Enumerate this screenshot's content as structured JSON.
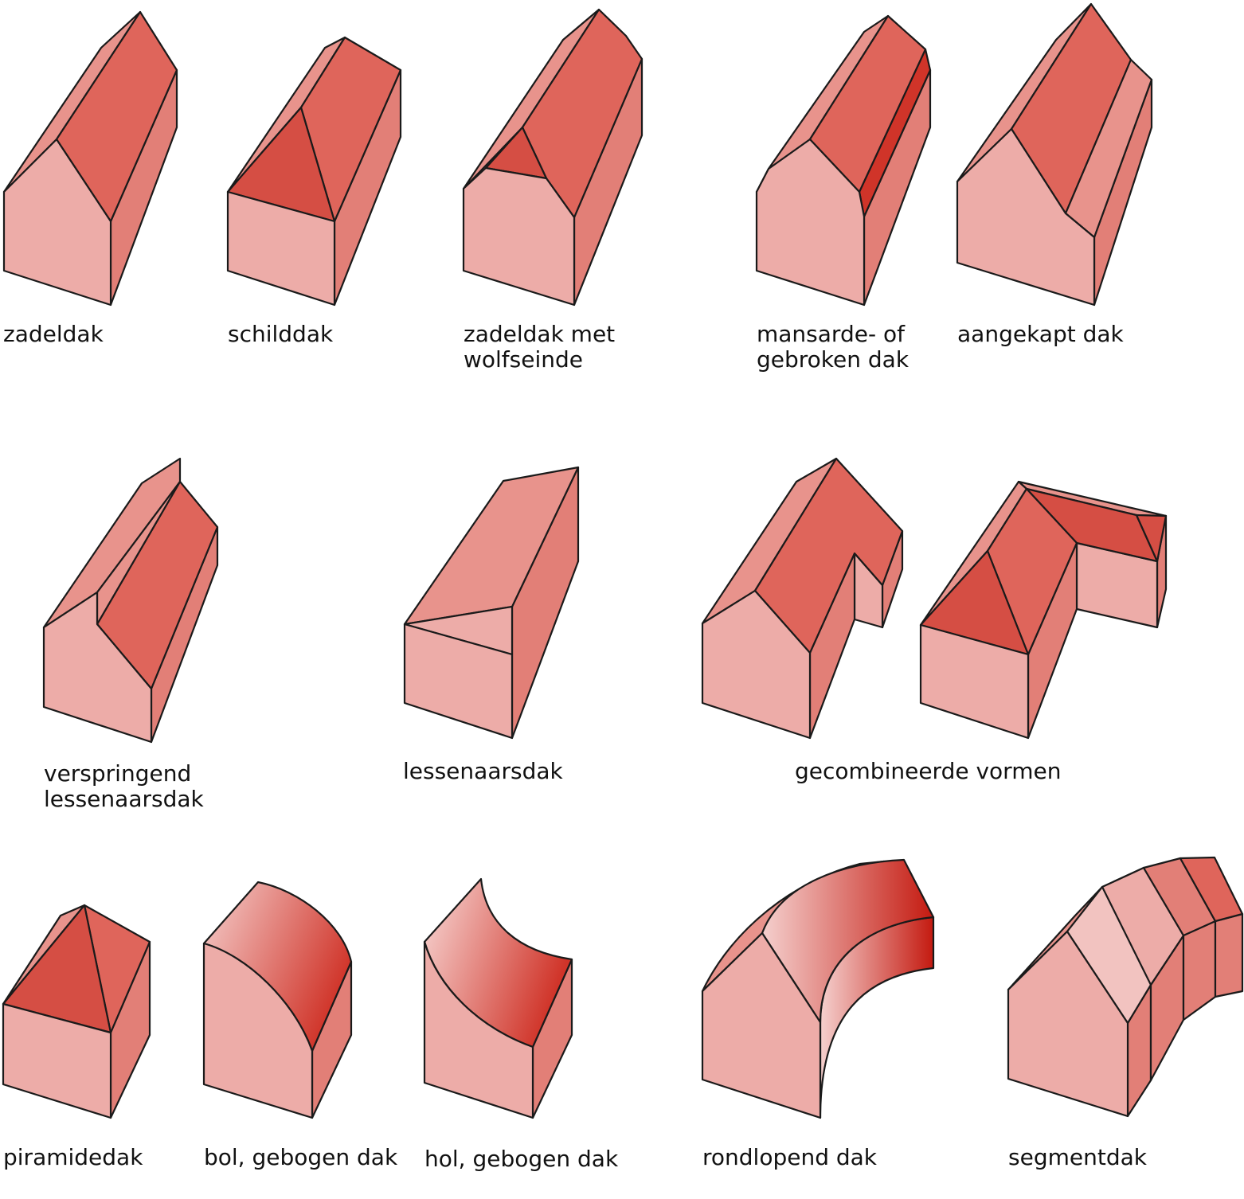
{
  "colors": {
    "wall_front": "#EDACA8",
    "wall_side": "#E27F77",
    "roof_main": "#DF655B",
    "roof_light": "#E8938C",
    "roof_dark": "#D54E44",
    "roof_deep": "#D03429",
    "gradient_light": "#F5D0CE",
    "gradient_dark": "#C41A10",
    "outline": "#1A1A1A",
    "label": "#111111"
  },
  "roofs": [
    {
      "id": "zadeldak",
      "lines": [
        "zadeldak"
      ]
    },
    {
      "id": "schilddak",
      "lines": [
        "schilddak"
      ]
    },
    {
      "id": "wolfseinde",
      "lines": [
        "zadeldak met",
        "wolfseinde"
      ]
    },
    {
      "id": "mansarde",
      "lines": [
        "mansarde- of",
        "gebroken dak"
      ]
    },
    {
      "id": "aangekapt",
      "lines": [
        "aangekapt dak"
      ]
    },
    {
      "id": "verspringend",
      "lines": [
        "verspringend",
        "lessenaarsdak"
      ]
    },
    {
      "id": "lessenaarsdak",
      "lines": [
        "lessenaarsdak"
      ]
    },
    {
      "id": "gecombineerd",
      "lines": [
        "gecombineerde vormen"
      ]
    },
    {
      "id": "piramidedak",
      "lines": [
        "piramidedak"
      ]
    },
    {
      "id": "bol",
      "lines": [
        "bol, gebogen dak"
      ]
    },
    {
      "id": "hol",
      "lines": [
        "hol, gebogen dak"
      ]
    },
    {
      "id": "rondlopend",
      "lines": [
        "rondlopend dak"
      ]
    },
    {
      "id": "segmentdak",
      "lines": [
        "segmentdak"
      ]
    }
  ]
}
